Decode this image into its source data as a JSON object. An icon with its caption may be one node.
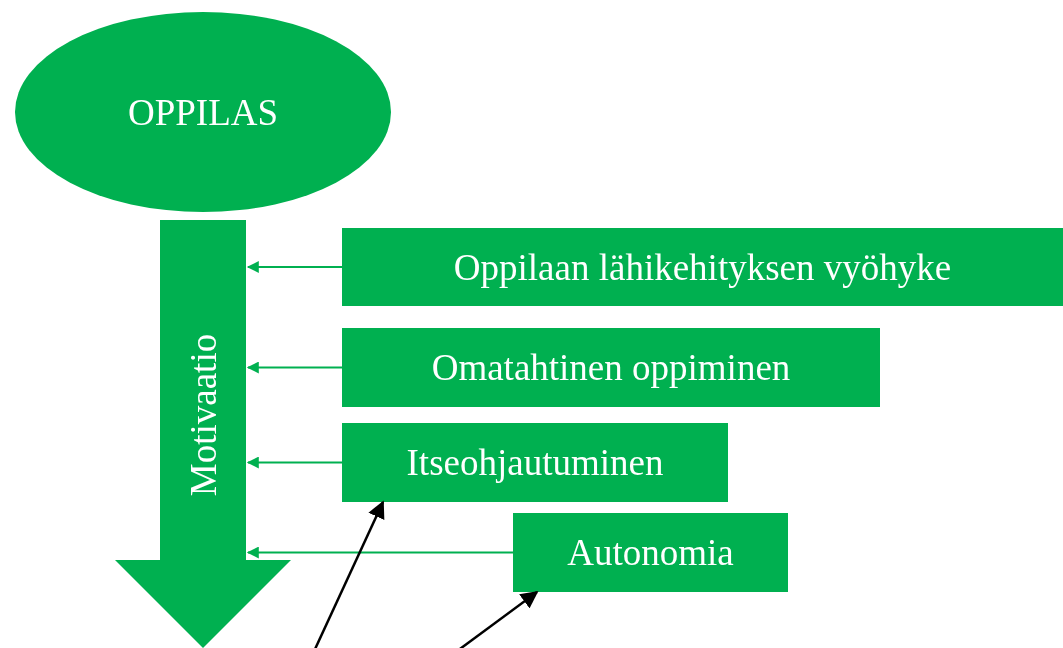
{
  "diagram": {
    "nodes": [
      {
        "text": [
          "OPPILAS"
        ]
      },
      {
        "text": [
          "Motivaatio"
        ]
      },
      {
        "text": [
          "Oppilaan lähikehityksen vyöhyke"
        ]
      },
      {
        "text": [
          "Omatahtinen oppiminen"
        ]
      },
      {
        "text": [
          "Itseohjautuminen"
        ]
      },
      {
        "text": [
          "Autonomia"
        ]
      }
    ],
    "edges": [
      {
        "from": 2,
        "to": 1,
        "arrow": "to"
      },
      {
        "from": 3,
        "to": 1,
        "arrow": "to"
      },
      {
        "from": 4,
        "to": 1,
        "arrow": "to"
      },
      {
        "from": 5,
        "to": 1,
        "arrow": "to"
      },
      {
        "from": null,
        "to": 4,
        "arrow": "to",
        "color": "#000000"
      },
      {
        "from": null,
        "to": 5,
        "arrow": "to",
        "color": "#000000"
      }
    ]
  }
}
